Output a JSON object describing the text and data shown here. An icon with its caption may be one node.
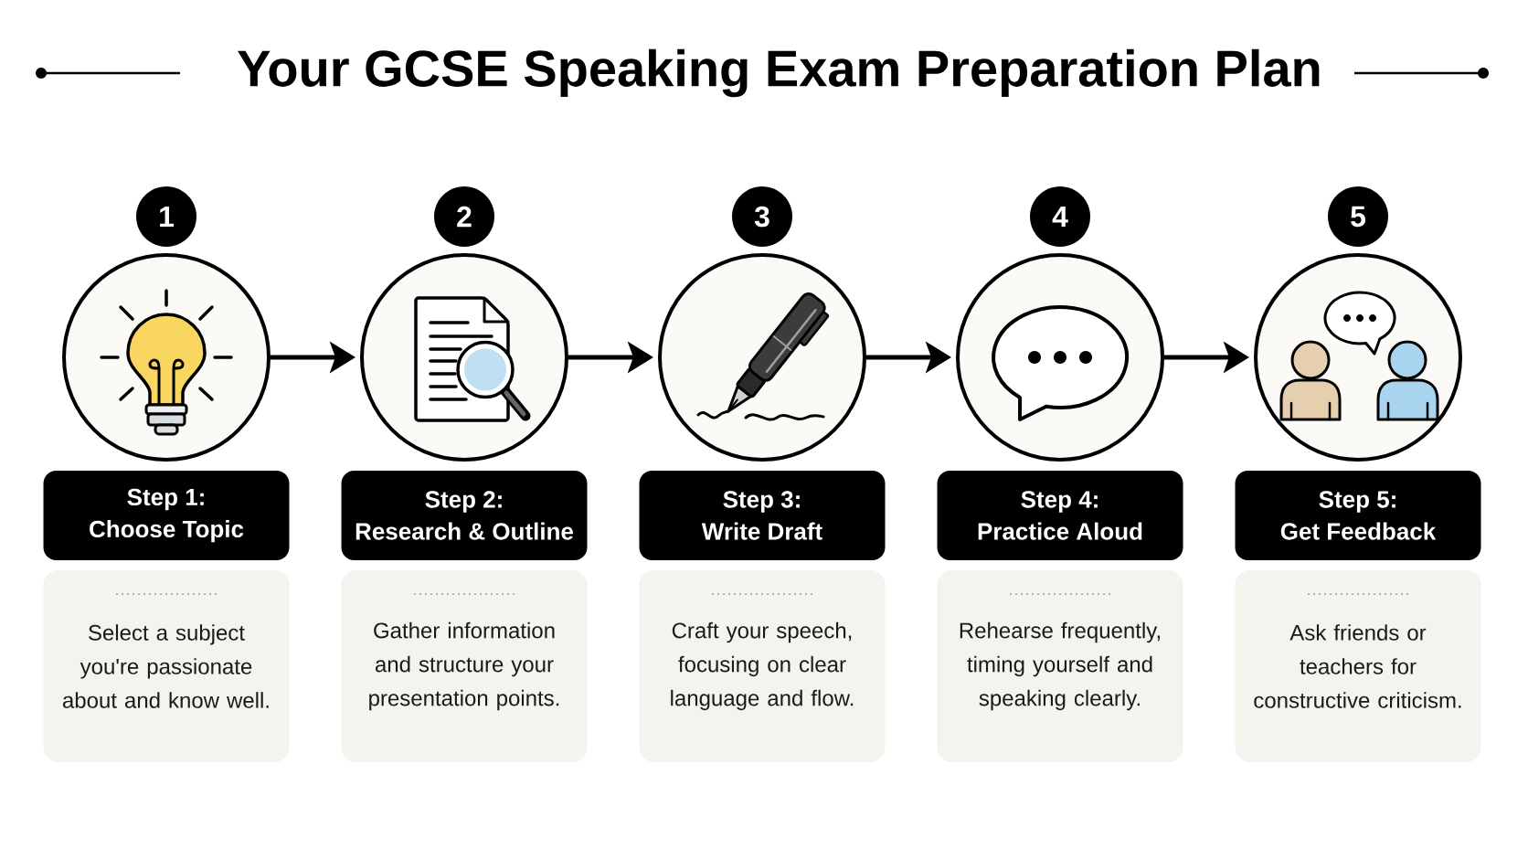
{
  "diagram": {
    "title": "Your GCSE Speaking Exam Preparation Plan",
    "nodes": [
      {
        "text": [
          "1"
        ]
      },
      {
        "text": [],
        "shape": "circle"
      },
      {
        "text": [
          "Step 1:",
          "Choose Topic"
        ]
      },
      {
        "text": [
          "Select a subject you're passionate about and know well."
        ]
      },
      {
        "text": [
          "2"
        ]
      },
      {
        "text": [],
        "shape": "circle"
      },
      {
        "text": [
          "Step 2:",
          "Research & Outline"
        ]
      },
      {
        "text": [
          "Gather information and structure your presentation points."
        ]
      },
      {
        "text": [
          "3"
        ]
      },
      {
        "text": [],
        "shape": "circle"
      },
      {
        "text": [
          "Step 3:",
          "Write Draft"
        ]
      },
      {
        "text": [
          "Craft your speech, focusing on clear language and flow."
        ]
      },
      {
        "text": [
          "4"
        ]
      },
      {
        "text": [],
        "shape": "circle"
      },
      {
        "text": [
          "Step 4:",
          "Practice Aloud"
        ]
      },
      {
        "text": [
          "Rehearse frequently, timing yourself and speaking clearly."
        ]
      },
      {
        "text": [
          "5"
        ]
      },
      {
        "text": [],
        "shape": "circle"
      },
      {
        "text": [
          "Step 5:",
          "Get Feedback"
        ]
      },
      {
        "text": [
          "Ask friends or teachers for constructive criticism."
        ]
      }
    ],
    "edges": [
      {
        "from": 1,
        "to": 5,
        "arrow": "to"
      },
      {
        "from": 5,
        "to": 9,
        "arrow": "to"
      },
      {
        "from": 9,
        "to": 13,
        "arrow": "to"
      },
      {
        "from": 13,
        "to": 17,
        "arrow": "to"
      }
    ]
  }
}
